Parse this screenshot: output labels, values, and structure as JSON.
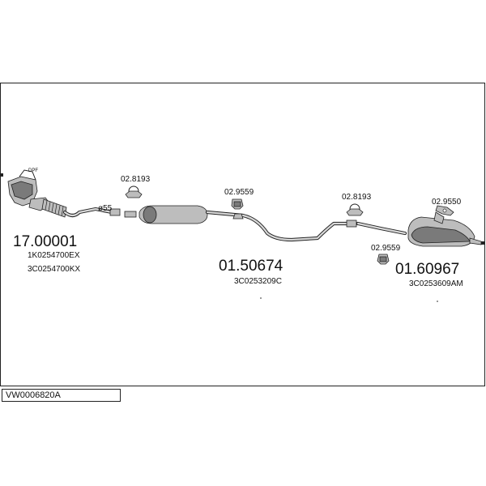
{
  "frame_code": "VW0006820A",
  "parts": {
    "dpf": {
      "tag": "DPF",
      "part_number": "17.00001",
      "oem_codes": [
        "1K0254700EX",
        "3C0254700KX"
      ],
      "diameter_label": "ø55"
    },
    "middle": {
      "part_number": "01.50674",
      "oem_code": "3C0253209C"
    },
    "rear": {
      "part_number": "01.60967",
      "oem_code": "3C0253609AM"
    }
  },
  "hardware": {
    "clamp_front": "02.8193",
    "rubber_mount_front": "02.9559",
    "clamp_rear": "02.8193",
    "hanger_rear": "02.9550",
    "rubber_mount_rear": "02.9559"
  },
  "colors": {
    "line": "#222222",
    "part_fill": "#bdbdbd",
    "shadow": "#7a7a7a"
  }
}
